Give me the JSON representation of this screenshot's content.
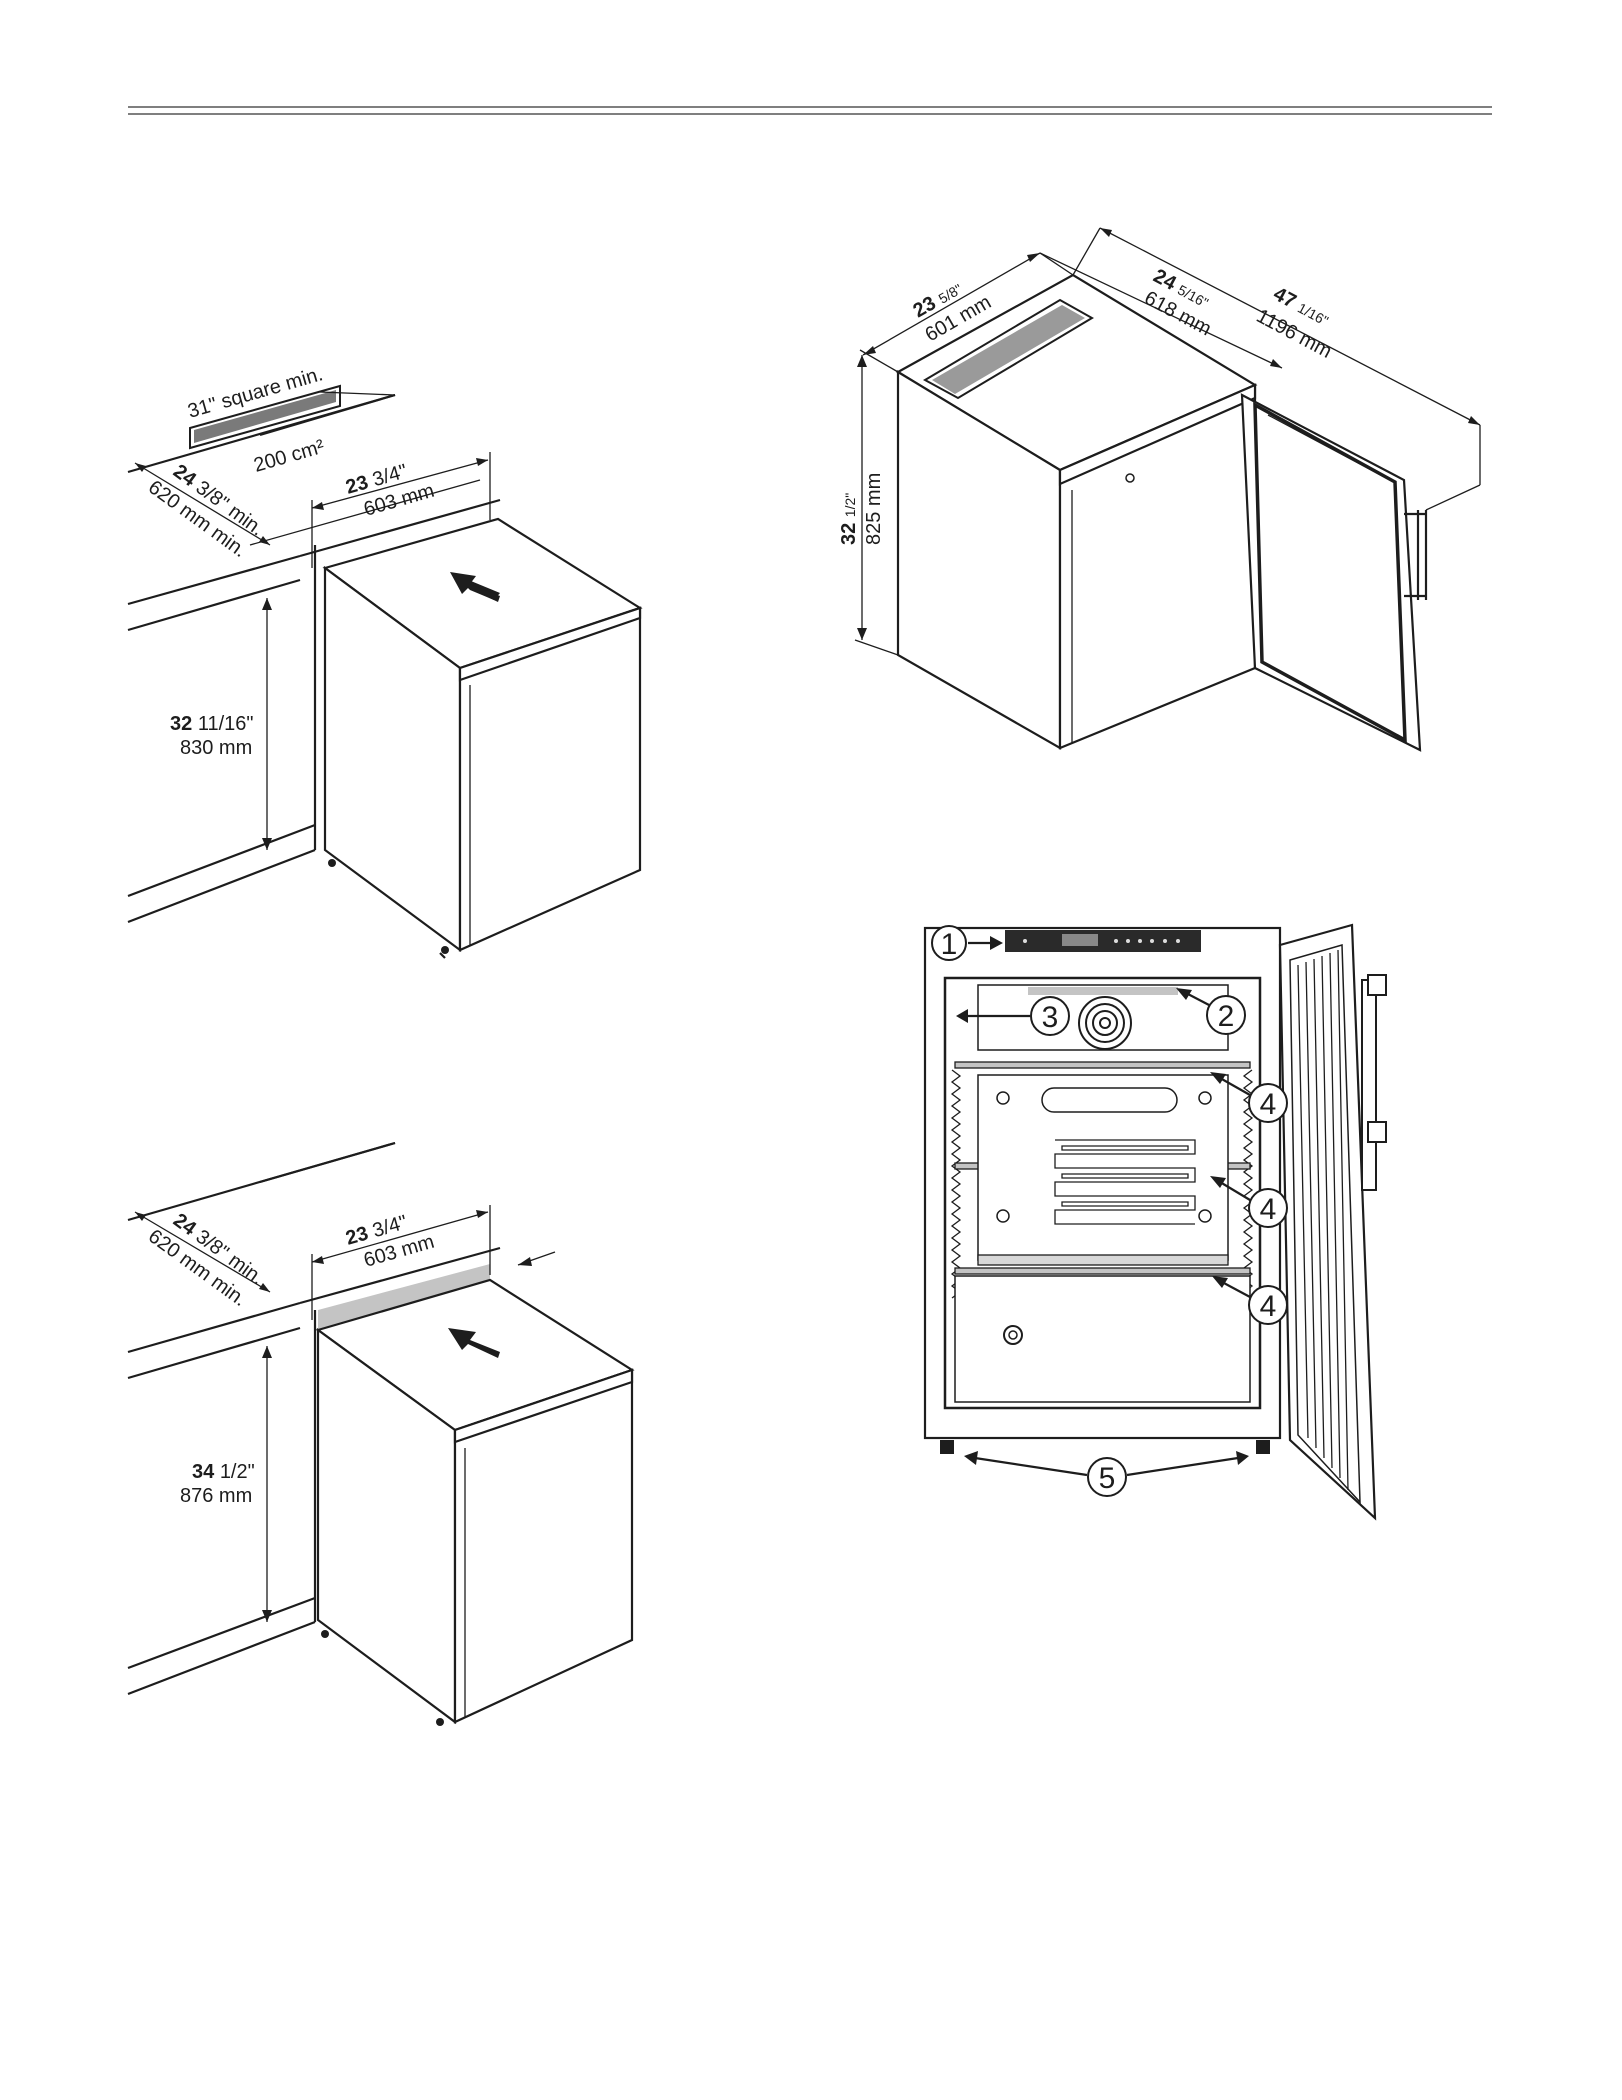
{
  "install_top": {
    "vent_label": "31\" square min.",
    "vent_area": "200 cm²",
    "depth_in_whole": "24",
    "depth_in_frac": "3/8\" min.",
    "depth_mm": "620 mm min.",
    "width_in_whole": "23",
    "width_in_frac": "3/4\"",
    "width_mm": "603 mm",
    "height_in_whole": "32",
    "height_in_frac": "11/16\"",
    "height_mm": "830 mm"
  },
  "install_bottom": {
    "depth_in_whole": "24",
    "depth_in_frac": "3/8\" min.",
    "depth_mm": "620 mm min.",
    "width_in_whole": "23",
    "width_in_frac": "3/4\"",
    "width_mm": "603 mm",
    "height_in_whole": "34",
    "height_in_frac": "1/2\"",
    "height_mm": "876 mm"
  },
  "dimensions": {
    "width_in_whole": "23",
    "width_in_frac": "5/8\"",
    "width_mm": "601 mm",
    "depth_in_whole": "24",
    "depth_in_frac": "5/16\"",
    "depth_mm": "618 mm",
    "open_in_whole": "47",
    "open_in_frac": "1/16\"",
    "open_mm": "1196 mm",
    "height_in_whole": "32",
    "height_in_frac": "1/2\"",
    "height_mm": "825 mm"
  },
  "callouts": [
    "1",
    "2",
    "3",
    "4",
    "4",
    "4",
    "5"
  ]
}
